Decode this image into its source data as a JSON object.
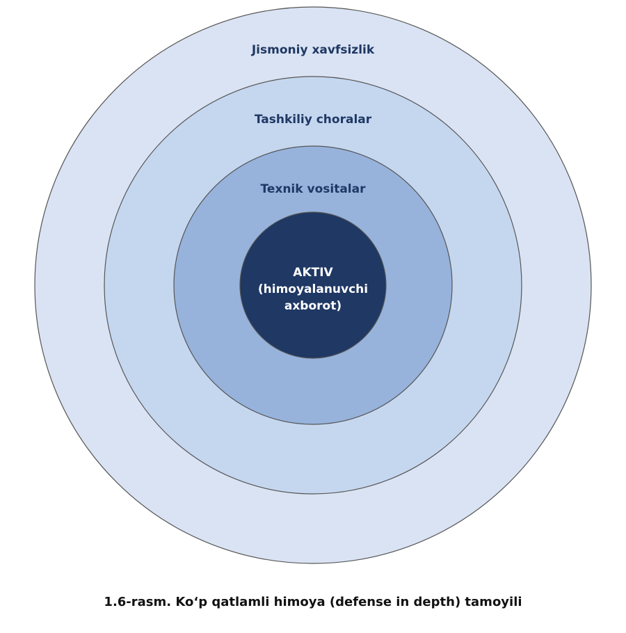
{
  "diagram": {
    "layers": [
      {
        "label": "Jismoniy xavfsizlik",
        "color": "#dae3f3"
      },
      {
        "label": "Tashkiliy choralar",
        "color": "#c5d7ef"
      },
      {
        "label": "Texnik vositalar",
        "color": "#97b3dc"
      }
    ],
    "core": {
      "lines": [
        "AKTIV",
        "(himoyalanuvchi",
        "axborot)"
      ],
      "color": "#1f3864"
    }
  },
  "caption": "1.6-rasm. Koʻp qatlamli himoya (defense in depth) tamoyili"
}
